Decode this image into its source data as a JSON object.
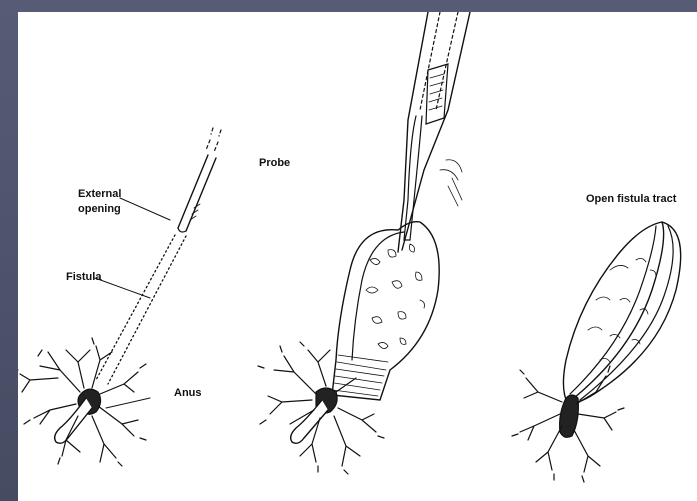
{
  "labels": {
    "probe": "Probe",
    "external_opening_line1": "External",
    "external_opening_line2": "opening",
    "fistula": "Fistula",
    "anus": "Anus",
    "open_fistula_tract": "Open fistula tract"
  },
  "colors": {
    "frame": "#4a5068",
    "ink": "#111111",
    "background": "#ffffff"
  }
}
